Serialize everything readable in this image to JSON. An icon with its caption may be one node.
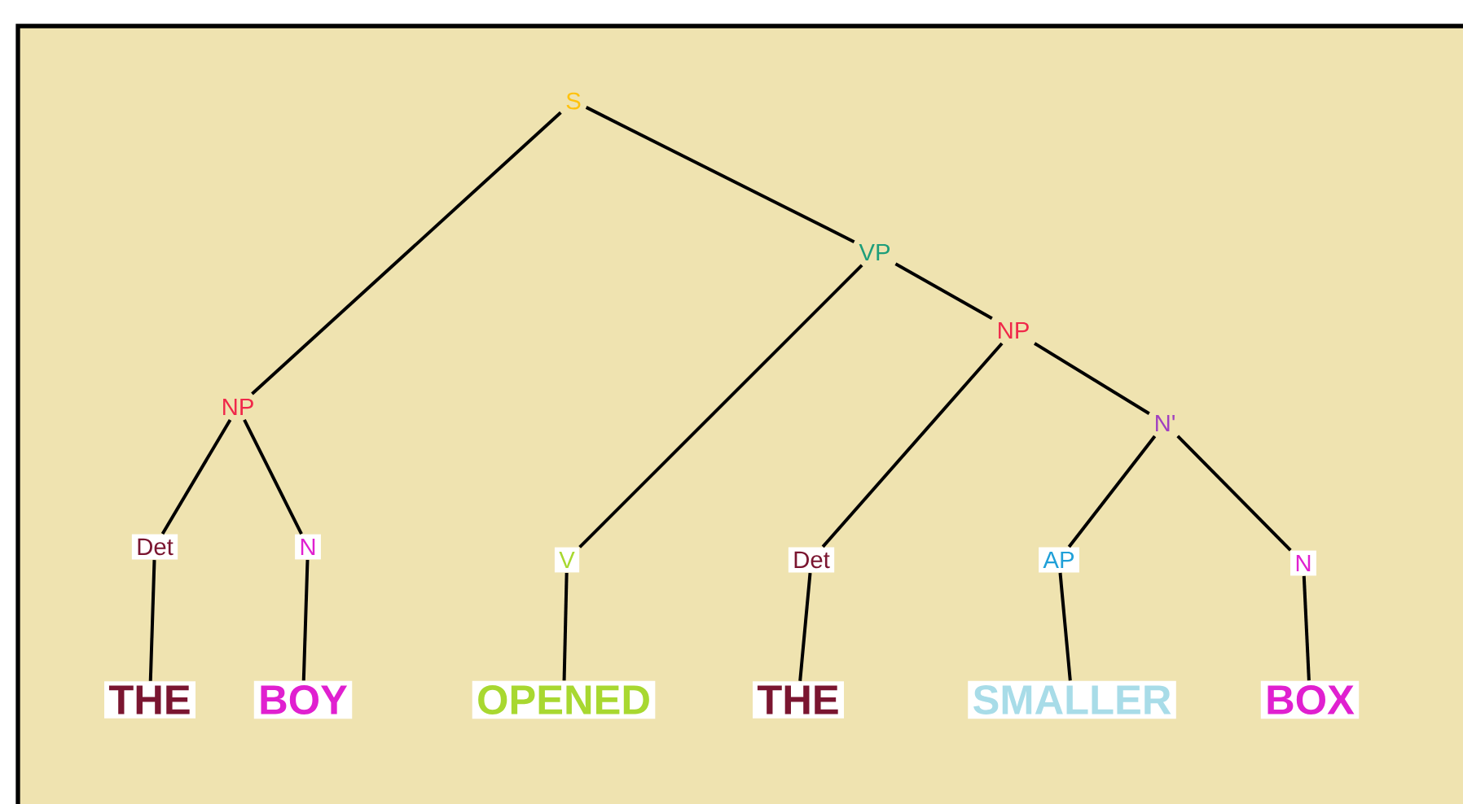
{
  "diagram": {
    "nodes": [
      {
        "text": [
          "S"
        ]
      },
      {
        "text": [
          "VP"
        ]
      },
      {
        "text": [
          "NP"
        ]
      },
      {
        "text": [
          "NP"
        ]
      },
      {
        "text": [
          "N'"
        ]
      },
      {
        "text": [
          "Det"
        ]
      },
      {
        "text": [
          "N"
        ]
      },
      {
        "text": [
          "V"
        ]
      },
      {
        "text": [
          "Det"
        ]
      },
      {
        "text": [
          "AP"
        ]
      },
      {
        "text": [
          "N"
        ]
      },
      {
        "text": [
          "THE"
        ]
      },
      {
        "text": [
          "BOY"
        ]
      },
      {
        "text": [
          "OPENED"
        ]
      },
      {
        "text": [
          "THE"
        ]
      },
      {
        "text": [
          "SMALLER"
        ]
      },
      {
        "text": [
          "BOX"
        ]
      }
    ],
    "edges": [
      {
        "from": 0,
        "to": 2,
        "arrow": "none"
      },
      {
        "from": 0,
        "to": 1,
        "arrow": "none"
      },
      {
        "from": 1,
        "to": 7,
        "arrow": "none"
      },
      {
        "from": 1,
        "to": 3,
        "arrow": "none"
      },
      {
        "from": 3,
        "to": 8,
        "arrow": "none"
      },
      {
        "from": 3,
        "to": 4,
        "arrow": "none"
      },
      {
        "from": 2,
        "to": 5,
        "arrow": "none"
      },
      {
        "from": 2,
        "to": 6,
        "arrow": "none"
      },
      {
        "from": 4,
        "to": 9,
        "arrow": "none"
      },
      {
        "from": 4,
        "to": 10,
        "arrow": "none"
      },
      {
        "from": 5,
        "to": 11,
        "arrow": "none"
      },
      {
        "from": 6,
        "to": 12,
        "arrow": "none"
      },
      {
        "from": 7,
        "to": 13,
        "arrow": "none"
      },
      {
        "from": 8,
        "to": 14,
        "arrow": "none"
      },
      {
        "from": 9,
        "to": 15,
        "arrow": "none"
      },
      {
        "from": 10,
        "to": 16,
        "arrow": "none"
      }
    ]
  }
}
